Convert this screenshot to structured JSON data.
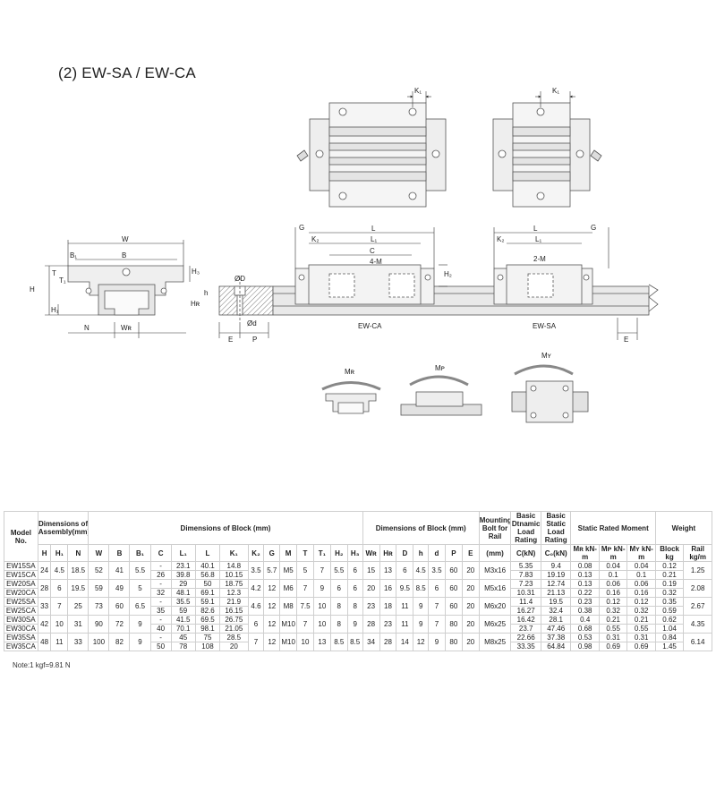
{
  "title": "(2) EW-SA / EW-CA",
  "figure_labels": {
    "K1": "K₁",
    "W": "W",
    "B": "B",
    "B1": "B₁",
    "T": "T",
    "T1": "T₁",
    "H": "H",
    "H1": "H₁",
    "H3": "H₃",
    "N": "N",
    "WR": "Wʀ",
    "phiD": "ØD",
    "phid": "Ød",
    "h": "h",
    "HR": "Hʀ",
    "E": "E",
    "P": "P",
    "G": "G",
    "K2": "K₂",
    "L": "L",
    "L1": "L₁",
    "C": "C",
    "m4": "4-M",
    "m2": "2-M",
    "H2": "H₂",
    "ewca": "EW-CA",
    "ewsa": "EW-SA",
    "MR": "Mʀ",
    "MP": "Mᴘ",
    "MY": "Mʏ"
  },
  "table": {
    "group_headers": {
      "model": "Model No.",
      "assembly": "Dimensions of Assembly(mm)",
      "block": "Dimensions of Block (mm)",
      "rail": "Dimensions of Block (mm)",
      "bolt": "Mounting Bolt for Rail",
      "dyn": "Basic Dtnamic Load Rating",
      "stat": "Basic Static Load Rating",
      "moment": "Static Rated Moment",
      "weight": "Weight"
    },
    "symbols": {
      "H": "H",
      "H1": "H₁",
      "N": "N",
      "W": "W",
      "B": "B",
      "B1": "B₁",
      "C": "C",
      "L1": "L₁",
      "L": "L",
      "K1": "K₁",
      "K2": "K₂",
      "G": "G",
      "M": "M",
      "T": "T",
      "T1": "T₁",
      "H2": "H₂",
      "H3": "H₃",
      "WR": "Wʀ",
      "HR": "Hʀ",
      "D": "D",
      "h": "h",
      "d": "d",
      "P": "P",
      "E": "E",
      "bolt": "(mm)",
      "dyn": "C(kN)",
      "stat": "C₀(kN)",
      "MR": "Mʀ kN-m",
      "MP": "Mᴘ kN-m",
      "MY": "Mʏ kN-m",
      "block_w": "Block kg",
      "rail_w": "Rail kg/m"
    },
    "rows": [
      {
        "model": "EW15SA",
        "C": "-",
        "L1": "23.1",
        "L": "40.1",
        "K1": "14.8",
        "dyn": "5.35",
        "stat": "9.4",
        "MR": "0.08",
        "MP": "0.04",
        "MY": "0.04",
        "blk": "0.12"
      },
      {
        "model": "EW15CA",
        "C": "26",
        "L1": "39.8",
        "L": "56.8",
        "K1": "10.15",
        "dyn": "7.83",
        "stat": "19.19",
        "MR": "0.13",
        "MP": "0.1",
        "MY": "0.1",
        "blk": "0.21"
      },
      {
        "model": "EW20SA",
        "C": "-",
        "L1": "29",
        "L": "50",
        "K1": "18.75",
        "dyn": "7.23",
        "stat": "12.74",
        "MR": "0.13",
        "MP": "0.06",
        "MY": "0.06",
        "blk": "0.19"
      },
      {
        "model": "EW20CA",
        "C": "32",
        "L1": "48.1",
        "L": "69.1",
        "K1": "12.3",
        "dyn": "10.31",
        "stat": "21.13",
        "MR": "0.22",
        "MP": "0.16",
        "MY": "0.16",
        "blk": "0.32"
      },
      {
        "model": "EW25SA",
        "C": "-",
        "L1": "35.5",
        "L": "59.1",
        "K1": "21.9",
        "dyn": "11.4",
        "stat": "19.5",
        "MR": "0.23",
        "MP": "0.12",
        "MY": "0.12",
        "blk": "0.35"
      },
      {
        "model": "EW25CA",
        "C": "35",
        "L1": "59",
        "L": "82.6",
        "K1": "16.15",
        "dyn": "16.27",
        "stat": "32.4",
        "MR": "0.38",
        "MP": "0.32",
        "MY": "0.32",
        "blk": "0.59"
      },
      {
        "model": "EW30SA",
        "C": "-",
        "L1": "41.5",
        "L": "69.5",
        "K1": "26.75",
        "dyn": "16.42",
        "stat": "28.1",
        "MR": "0.4",
        "MP": "0.21",
        "MY": "0.21",
        "blk": "0.62"
      },
      {
        "model": "EW30CA",
        "C": "40",
        "L1": "70.1",
        "L": "98.1",
        "K1": "21.05",
        "dyn": "23.7",
        "stat": "47.46",
        "MR": "0.68",
        "MP": "0.55",
        "MY": "0.55",
        "blk": "1.04"
      },
      {
        "model": "EW35SA",
        "C": "-",
        "L1": "45",
        "L": "75",
        "K1": "28.5",
        "dyn": "22.66",
        "stat": "37.38",
        "MR": "0.53",
        "MP": "0.31",
        "MY": "0.31",
        "blk": "0.84"
      },
      {
        "model": "EW35CA",
        "C": "50",
        "L1": "78",
        "L": "108",
        "K1": "20",
        "dyn": "33.35",
        "stat": "64.84",
        "MR": "0.98",
        "MP": "0.69",
        "MY": "0.69",
        "blk": "1.45"
      }
    ],
    "pairs": [
      {
        "H": "24",
        "H1": "4.5",
        "N": "18.5",
        "W": "52",
        "B": "41",
        "B1": "5.5",
        "K2": "3.5",
        "G": "5.7",
        "M": "M5",
        "T": "5",
        "T1": "7",
        "H2": "5.5",
        "H3": "6",
        "WR": "15",
        "HR": "13",
        "D": "6",
        "h": "4.5",
        "d": "3.5",
        "P": "60",
        "E": "20",
        "bolt": "M3x16",
        "rail": "1.25"
      },
      {
        "H": "28",
        "H1": "6",
        "N": "19.5",
        "W": "59",
        "B": "49",
        "B1": "5",
        "K2": "4.2",
        "G": "12",
        "M": "M6",
        "T": "7",
        "T1": "9",
        "H2": "6",
        "H3": "6",
        "WR": "20",
        "HR": "16",
        "D": "9.5",
        "h": "8.5",
        "d": "6",
        "P": "60",
        "E": "20",
        "bolt": "M5x16",
        "rail": "2.08"
      },
      {
        "H": "33",
        "H1": "7",
        "N": "25",
        "W": "73",
        "B": "60",
        "B1": "6.5",
        "K2": "4.6",
        "G": "12",
        "M": "M8",
        "T": "7.5",
        "T1": "10",
        "H2": "8",
        "H3": "8",
        "WR": "23",
        "HR": "18",
        "D": "11",
        "h": "9",
        "d": "7",
        "P": "60",
        "E": "20",
        "bolt": "M6x20",
        "rail": "2.67"
      },
      {
        "H": "42",
        "H1": "10",
        "N": "31",
        "W": "90",
        "B": "72",
        "B1": "9",
        "K2": "6",
        "G": "12",
        "M": "M10",
        "T": "7",
        "T1": "10",
        "H2": "8",
        "H3": "9",
        "WR": "28",
        "HR": "23",
        "D": "11",
        "h": "9",
        "d": "7",
        "P": "80",
        "E": "20",
        "bolt": "M6x25",
        "rail": "4.35"
      },
      {
        "H": "48",
        "H1": "11",
        "N": "33",
        "W": "100",
        "B": "82",
        "B1": "9",
        "K2": "7",
        "G": "12",
        "M": "M10",
        "T": "10",
        "T1": "13",
        "H2": "8.5",
        "H3": "8.5",
        "WR": "34",
        "HR": "28",
        "D": "14",
        "h": "12",
        "d": "9",
        "P": "80",
        "E": "20",
        "bolt": "M8x25",
        "rail": "6.14"
      }
    ],
    "note": "Note:1 kgf=9.81 N"
  }
}
